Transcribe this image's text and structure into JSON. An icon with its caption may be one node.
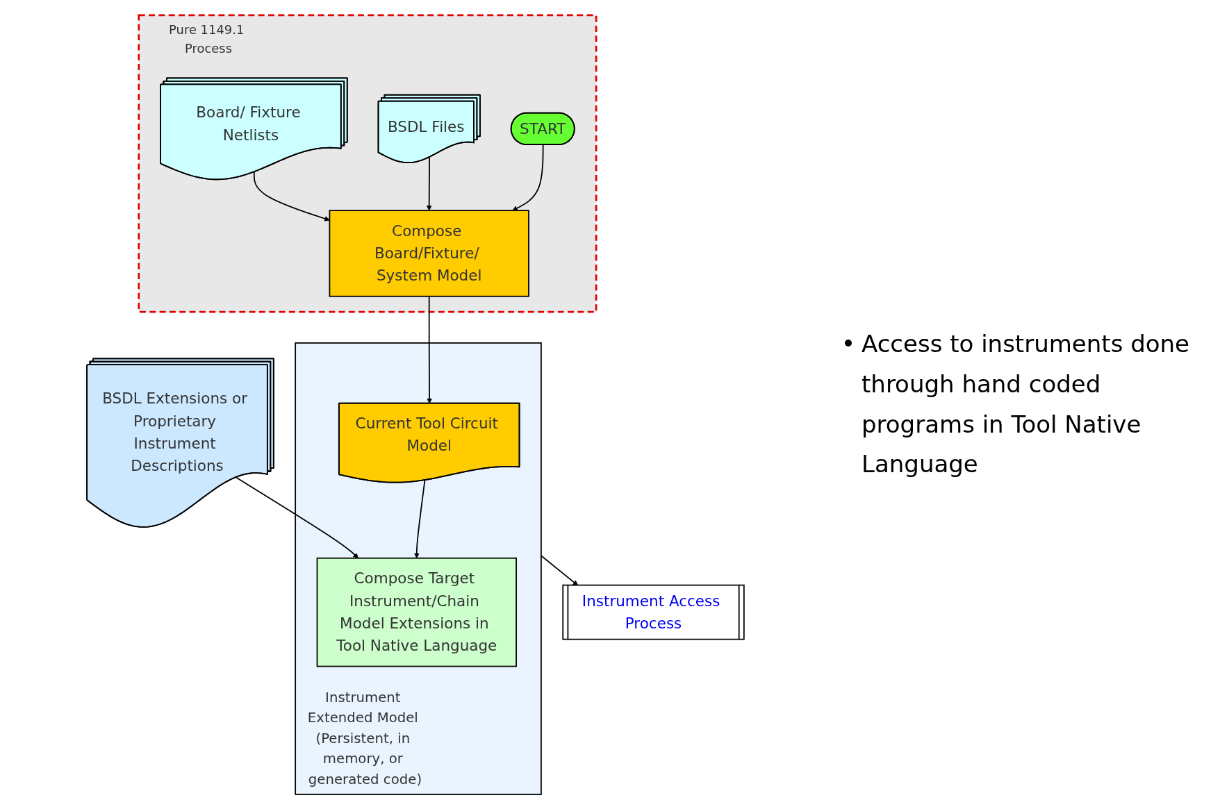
{
  "diagram": {
    "nodes": [
      {
        "text": [
          "Pure 1149.1 Process"
        ]
      },
      {
        "text": [
          "START"
        ],
        "in": 0
      },
      {
        "text": [
          "BSDL Files"
        ],
        "in": 0
      },
      {
        "text": [
          "Board/ Fixture Netlists"
        ],
        "in": 0
      },
      {
        "text": [
          "Compose Board/Fixture/ System Model"
        ],
        "in": 0
      },
      {
        "text": [
          "Instrument Extended Model (Persistent, in memory, or generated code)"
        ]
      },
      {
        "text": [
          "Current Tool Circuit Model"
        ],
        "in": 5
      },
      {
        "text": [
          "Compose Target Instrument/Chain Model Extensions in Tool Native Language"
        ],
        "in": 5
      },
      {
        "text": [
          "BSDL Extensions or Proprietary Instrument Descriptions"
        ]
      },
      {
        "text": [
          "Instrument Access Process"
        ]
      }
    ],
    "edges": [
      {
        "from": 1,
        "to": 4,
        "arrow": "to"
      },
      {
        "from": 2,
        "to": 4,
        "arrow": "to"
      },
      {
        "from": 3,
        "to": 4,
        "arrow": "to"
      },
      {
        "from": 4,
        "to": 6,
        "arrow": "to"
      },
      {
        "from": 6,
        "to": 7,
        "arrow": "to"
      },
      {
        "from": 8,
        "to": 7,
        "arrow": "to"
      },
      {
        "from": 5,
        "to": 9,
        "arrow": "to"
      }
    ],
    "labels": [
      "Access to instruments done through hand coded programs in Tool Native Language"
    ]
  }
}
